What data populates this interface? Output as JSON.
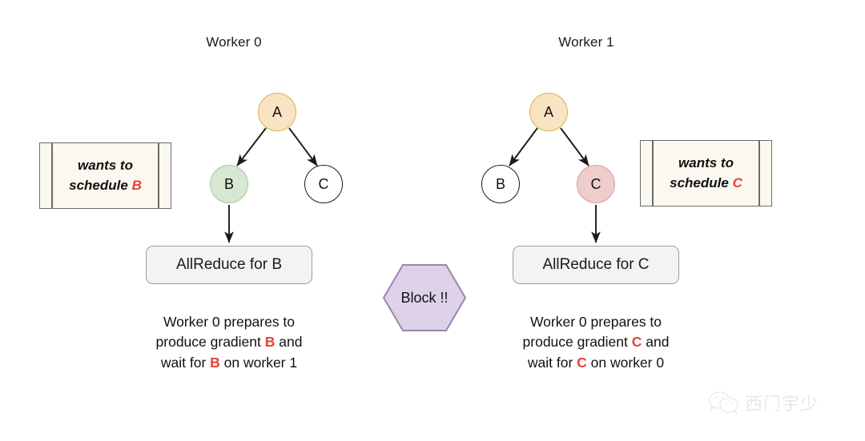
{
  "workers": [
    {
      "title": "Worker 0",
      "tree": {
        "root": {
          "label": "A",
          "style": "highlight-orange"
        },
        "children": [
          {
            "label": "B",
            "style": "highlight-green"
          },
          {
            "label": "C",
            "style": "plain"
          }
        ]
      },
      "allreduce_label": "AllReduce for B",
      "note": {
        "line1": "wants to",
        "line2_prefix": "schedule ",
        "line2_highlight": "B"
      },
      "caption": {
        "line1": "Worker 0 prepares to",
        "line2_prefix": "produce gradient ",
        "line2_highlight": "B",
        "line2_suffix": " and",
        "line3_prefix": "wait for ",
        "line3_highlight": "B",
        "line3_suffix": " on worker 1"
      }
    },
    {
      "title": "Worker 1",
      "tree": {
        "root": {
          "label": "A",
          "style": "highlight-orange"
        },
        "children": [
          {
            "label": "B",
            "style": "plain"
          },
          {
            "label": "C",
            "style": "highlight-red"
          }
        ]
      },
      "allreduce_label": "AllReduce for C",
      "note": {
        "line1": "wants to",
        "line2_prefix": "schedule ",
        "line2_highlight": "C"
      },
      "caption": {
        "line1": "Worker 0 prepares to",
        "line2_prefix": "produce gradient ",
        "line2_highlight": "C",
        "line2_suffix": " and",
        "line3_prefix": "wait for ",
        "line3_highlight": "C",
        "line3_suffix": " on worker 0"
      }
    }
  ],
  "block": {
    "label": "Block !!"
  },
  "watermark": {
    "text": "西门宇少",
    "icon": "wechat-icon"
  },
  "colors": {
    "background": "#ffffff",
    "node_orange_fill": "#fae3c3",
    "node_orange_stroke": "#d6b14b",
    "node_green_fill": "#d6e7d2",
    "node_green_stroke": "#a9c6a2",
    "node_red_fill": "#f0cdcd",
    "node_red_stroke": "#d99a9a",
    "node_plain_fill": "#ffffff",
    "node_plain_stroke": "#1b1b1b",
    "allreduce_fill": "#f3f3f3",
    "allreduce_stroke": "#9e9e9e",
    "note_fill": "#faf8ef",
    "note_stroke": "#6b6b6b",
    "hex_fill": "#ddd2e8",
    "hex_stroke": "#9a86b0",
    "highlight_red": "#e8413a",
    "edge_stroke": "#1b1b1b",
    "watermark": "#d2d2d2"
  }
}
